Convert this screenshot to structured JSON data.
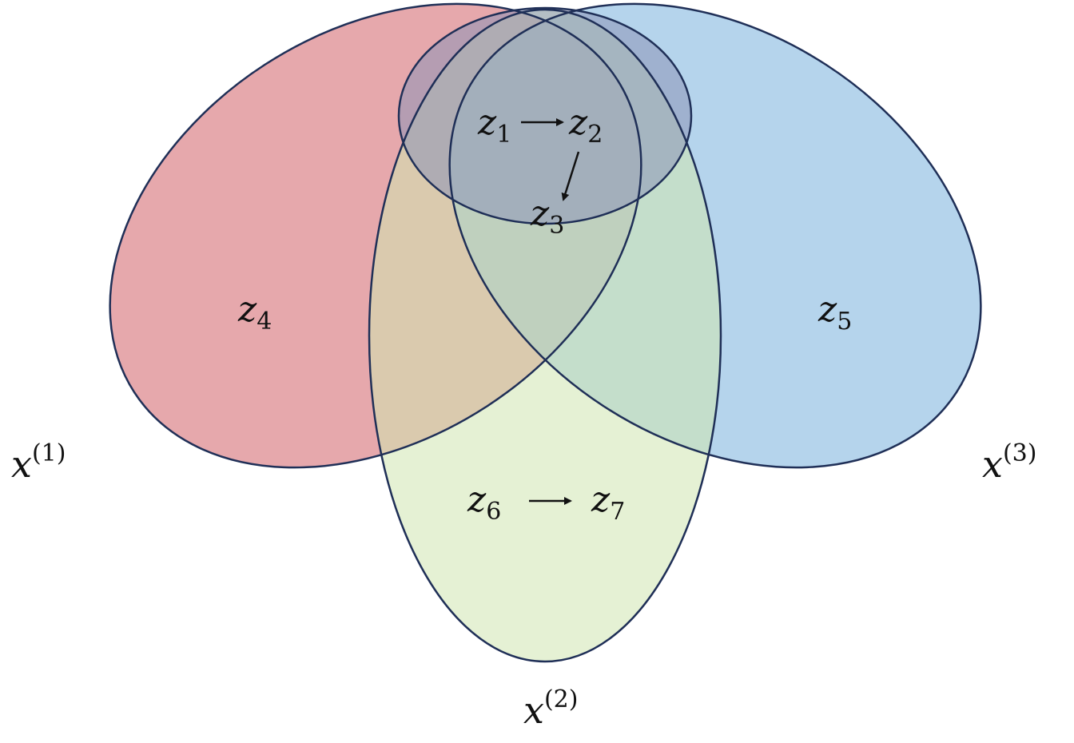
{
  "diagram": {
    "sets": [
      {
        "label": "x",
        "sup": "(1)",
        "color": "#d97a7f"
      },
      {
        "label": "x",
        "sup": "(2)",
        "color": "#cfe6b0"
      },
      {
        "label": "x",
        "sup": "(3)",
        "color": "#8ebde2"
      }
    ],
    "top_region": {
      "color": "#8c93b8"
    },
    "outline_color": "#1f2f57",
    "variables": [
      {
        "base": "z",
        "sub": "1"
      },
      {
        "base": "z",
        "sub": "2"
      },
      {
        "base": "z",
        "sub": "3"
      },
      {
        "base": "z",
        "sub": "4"
      },
      {
        "base": "z",
        "sub": "5"
      },
      {
        "base": "z",
        "sub": "6"
      },
      {
        "base": "z",
        "sub": "7"
      }
    ],
    "edges": [
      {
        "from": "z1",
        "to": "z2"
      },
      {
        "from": "z2",
        "to": "z3"
      },
      {
        "from": "z6",
        "to": "z7"
      }
    ]
  }
}
